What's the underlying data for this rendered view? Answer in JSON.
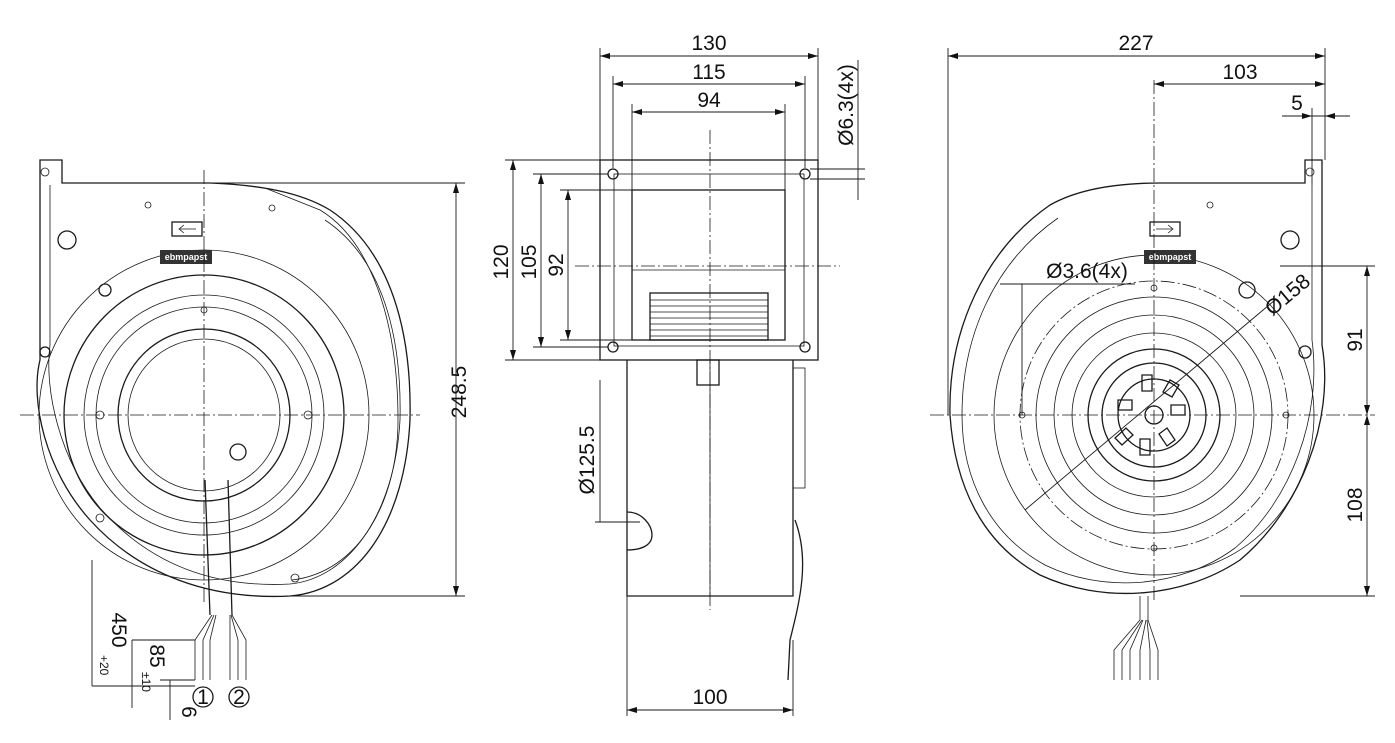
{
  "dimensions": {
    "width_overall": "130",
    "width_holes": "115",
    "width_inner": "94",
    "hole_dia": "Ø6.3(4x)",
    "height_overall": "120",
    "height_holes": "105",
    "height_inner": "92",
    "housing_height": "248.5",
    "inlet_dia": "Ø125.5",
    "depth": "100",
    "length_total": "227",
    "axis_offset": "103",
    "flange": "5",
    "mount_dia": "Ø3.6(4x)",
    "bolt_circle": "Ø158",
    "upper_height": "91",
    "lower_height": "108",
    "cable_length": "450",
    "cable_length_tol": "+20",
    "strip_length": "85",
    "strip_length_tol": "±10",
    "wire_end": "6"
  },
  "labels": {
    "marker_1": "1",
    "marker_2": "2",
    "logo_text": "ebmpapst"
  },
  "colors": {
    "line": "#1a1a1a",
    "background": "#ffffff",
    "logo_fill": "#333333"
  }
}
